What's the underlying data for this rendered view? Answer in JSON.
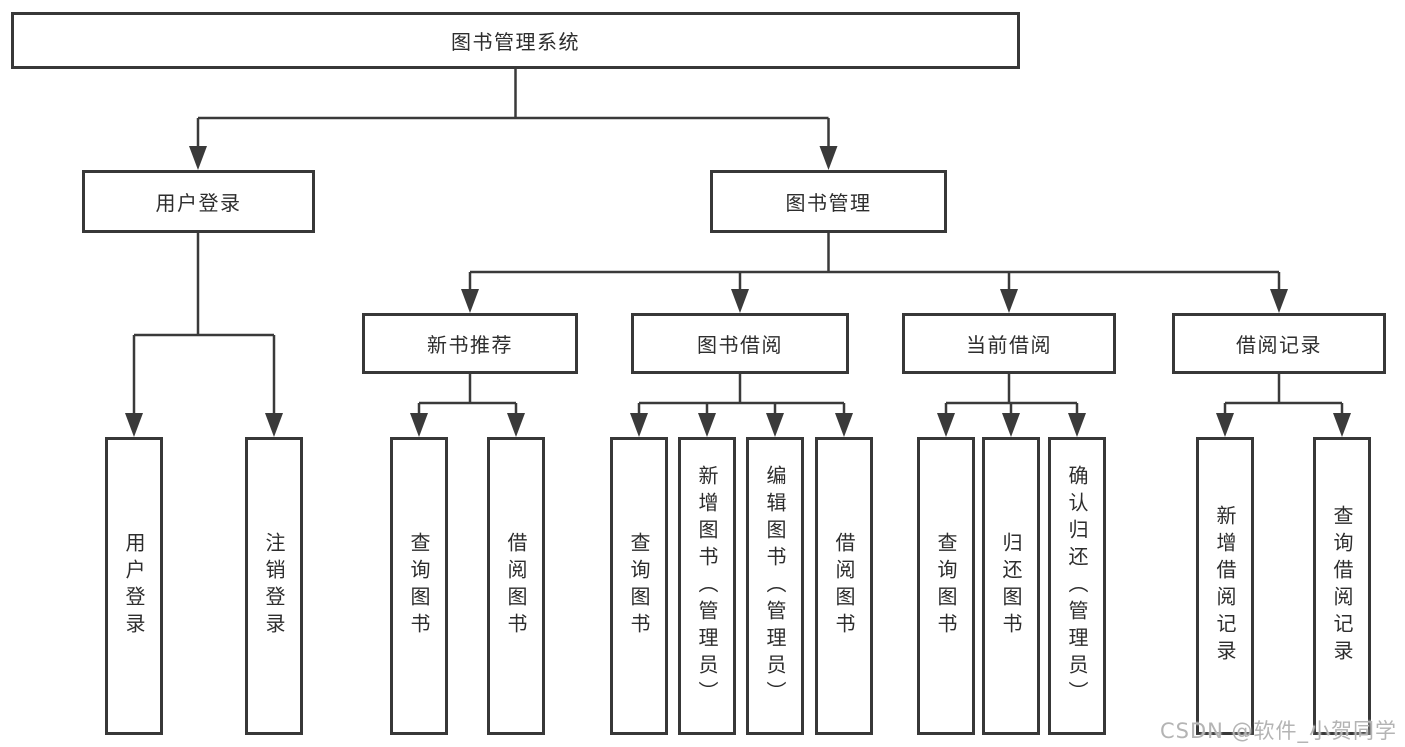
{
  "watermark": "CSDN @软件_小贺同学",
  "colors": {
    "background": "#ffffff",
    "line": "#3a3a3a",
    "box_border": "#383838",
    "text": "#2d2d2d",
    "watermark": "#b4b4b4"
  },
  "tree": {
    "root": "图书管理系统",
    "branches": [
      {
        "label": "用户登录",
        "children": [
          "用户登录",
          "注销登录"
        ]
      },
      {
        "label": "图书管理",
        "groups": [
          {
            "label": "新书推荐",
            "children": [
              "查询图书",
              "借阅图书"
            ]
          },
          {
            "label": "图书借阅",
            "children": [
              "查询图书",
              "新增图书（管理员）",
              "编辑图书（管理员）",
              "借阅图书"
            ]
          },
          {
            "label": "当前借阅",
            "children": [
              "查询图书",
              "归还图书",
              "确认归还（管理员）"
            ]
          },
          {
            "label": "借阅记录",
            "children": [
              "新增借阅记录",
              "查询借阅记录"
            ]
          }
        ]
      }
    ]
  }
}
